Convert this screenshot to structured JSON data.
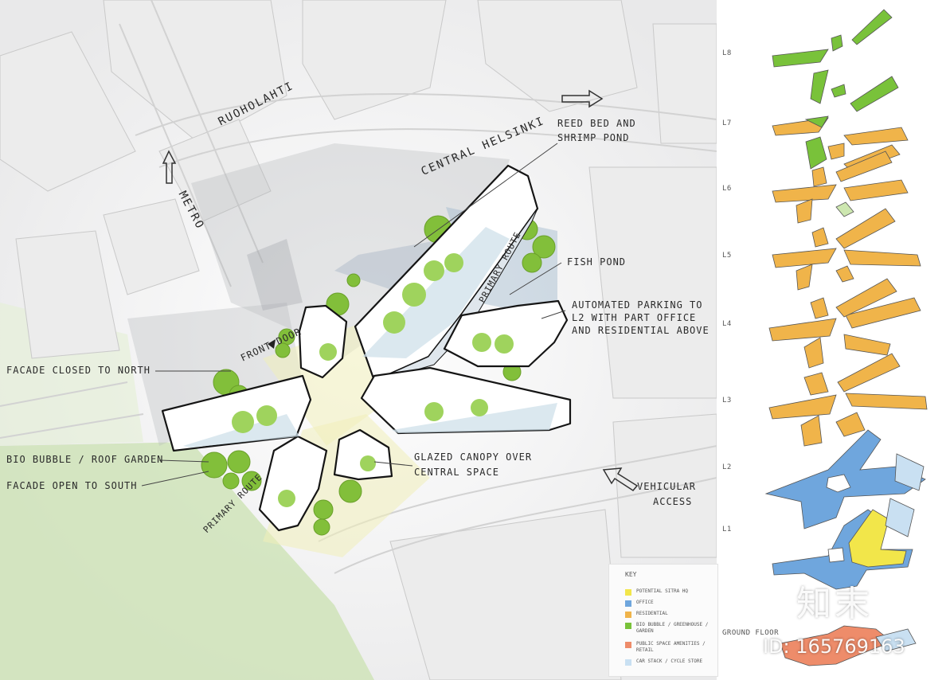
{
  "labels": {
    "ruoholahti": "RUOHOLAHTI",
    "central_helsinki": "CENTRAL HELSINKI",
    "metro": "METRO",
    "reed_bed": "REED BED AND",
    "shrimp_pond": "SHRIMP POND",
    "fish_pond": "FISH POND",
    "parking_1": "AUTOMATED PARKING TO",
    "parking_2": "L2 WITH PART OFFICE",
    "parking_3": "AND RESIDENTIAL ABOVE",
    "front_door": "FRONT DOOR",
    "facade_north": "FACADE CLOSED TO NORTH",
    "bio_bubble": "BIO BUBBLE / ROOF GARDEN",
    "facade_south": "FACADE OPEN TO SOUTH",
    "primary_route": "PRIMARY ROUTE",
    "canopy_1": "GLAZED CANOPY OVER",
    "canopy_2": "CENTRAL SPACE",
    "vehicular": "VEHICULAR",
    "access": "ACCESS"
  },
  "levels": [
    "L8",
    "L7",
    "L6",
    "L5",
    "L4",
    "L3",
    "L2",
    "L1",
    "GROUND FLOOR"
  ],
  "key": {
    "title": "KEY",
    "items": [
      {
        "label": "POTENTIAL SITRA HQ",
        "color": "#f2e64a"
      },
      {
        "label": "OFFICE",
        "color": "#6fa6dd"
      },
      {
        "label": "RESIDENTIAL",
        "color": "#f0b44a"
      },
      {
        "label": "BIO BUBBLE / GREENHOUSE / GARDEN",
        "color": "#79c23a"
      },
      {
        "label": "PUBLIC SPACE AMENITIES / RETAIL",
        "color": "#ee8c6a"
      },
      {
        "label": "CAR STACK / CYCLE STORE",
        "color": "#c9e0f2"
      }
    ]
  },
  "watermark": {
    "brand": "知末",
    "id": "ID: 165769163"
  },
  "colors": {
    "office": "#6fa6dd",
    "residential": "#f0b44a",
    "sitra": "#f2e64a",
    "green": "#79c23a",
    "public": "#ee8c6a",
    "carstack": "#c9e0f2"
  }
}
